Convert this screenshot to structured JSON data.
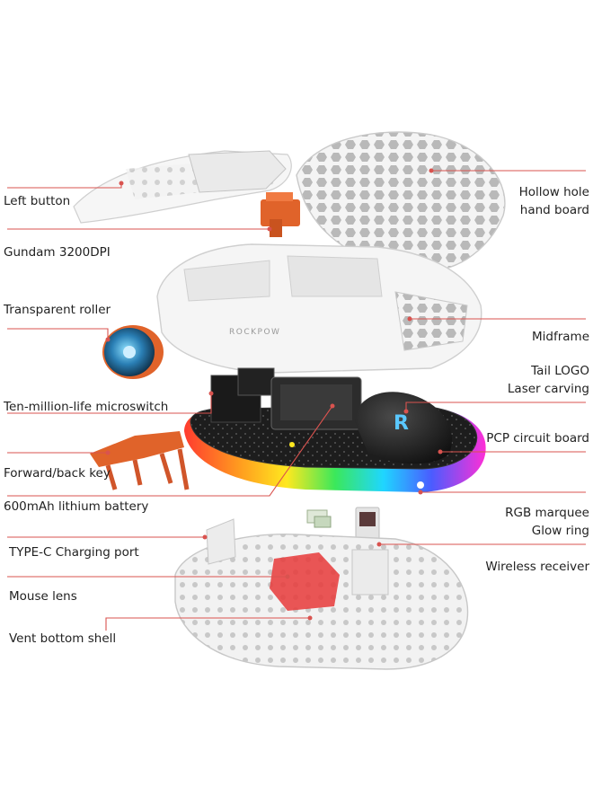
{
  "brand_mark": "ROCKPOW",
  "colors": {
    "leader_line": "#d9534f",
    "shell": "#eeeeee",
    "accent_orange": "#e0632a",
    "pcb": "#1b1b1b",
    "lens": "#e83a3a"
  },
  "labels": {
    "left_button": "Left button",
    "gundam_sensor": "Gundam 3200DPI",
    "transparent_roller": "Transparent roller",
    "microswitch": "Ten-million-life microswitch",
    "forward_back_key": "Forward/back key",
    "battery": "600mAh lithium battery",
    "type_c_port": "TYPE-C Charging port",
    "mouse_lens": "Mouse lens",
    "vent_bottom_shell": "Vent bottom shell",
    "hollow_hole_line1": "Hollow hole",
    "hollow_hole_line2": "hand board",
    "midframe": "Midframe",
    "tail_logo_line1": "Tail LOGO",
    "tail_logo_line2": "Laser carving",
    "pcb_board": "PCP circuit board",
    "rgb_line1": "RGB marquee",
    "rgb_line2": "Glow ring",
    "wireless_receiver": "Wireless receiver"
  }
}
